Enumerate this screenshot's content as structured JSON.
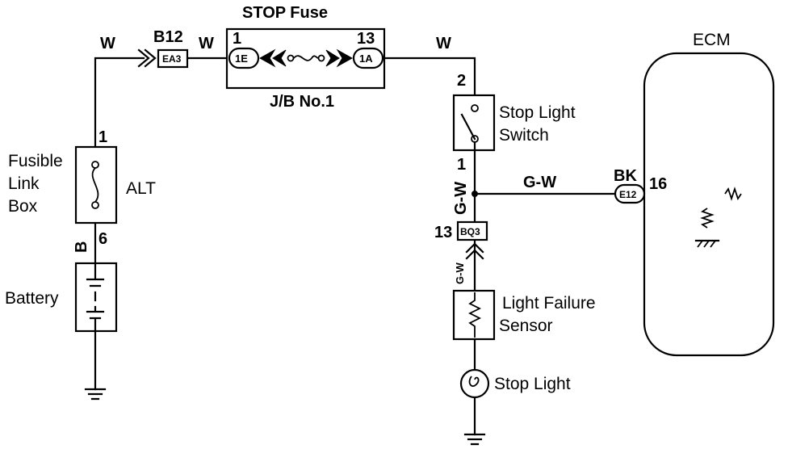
{
  "components": {
    "stop_fuse_title": "STOP Fuse",
    "jb_label": "J/B No.1",
    "fusible_link_box": [
      "Fusible",
      "Link",
      "Box"
    ],
    "alt_fuse": "ALT",
    "battery": "Battery",
    "stop_light_switch": [
      "Stop Light",
      "Switch"
    ],
    "light_failure_sensor": [
      "Light Failure",
      "Sensor"
    ],
    "stop_light": "Stop Light",
    "ecm": "ECM"
  },
  "wires": {
    "w_left": "W",
    "w_mid": "W",
    "w_right": "W",
    "b": "B",
    "gw_vertical": "G-W",
    "gw_horizontal": "G-W",
    "gw_small": "G-W"
  },
  "pins": {
    "fusible_top": "1",
    "fusible_bottom": "6",
    "connector_b12": "B12",
    "fuse_in": "1",
    "fuse_out": "13",
    "switch_top": "2",
    "switch_bottom": "1",
    "bq3_pin": "13",
    "ecm_bk": "BK",
    "ecm_pin": "16"
  },
  "connectors": {
    "ea3": "EA3",
    "jb_1e": "1E",
    "jb_1a": "1A",
    "bq3": "BQ3",
    "e12": "E12"
  }
}
